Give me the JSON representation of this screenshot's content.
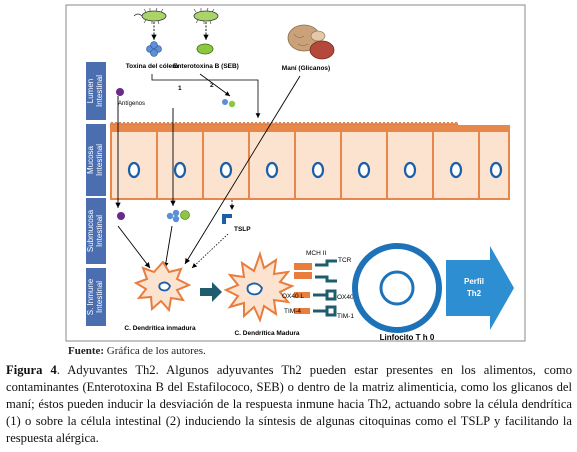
{
  "figure": {
    "layers": [
      {
        "line1": "Lumen",
        "line2": "Intestinal"
      },
      {
        "line1": "Mucosa",
        "line2": "Intestinal"
      },
      {
        "line1": "Submucosa",
        "line2": "Intestinal"
      },
      {
        "line1": "S. Inmune",
        "line2": "Intestinal"
      }
    ],
    "labels": {
      "cholera_toxin": "Toxina del cólera",
      "enterotoxin": "Enterotoxina B (SEB)",
      "peanut": "Maní (Glicanos)",
      "antigens": "Antígenos",
      "route_1": "1",
      "route_2": "2",
      "tslp": "TSLP",
      "immature_dc": "C. Dendrítica inmadura",
      "mature_dc": "C. Dendrítica Madura",
      "lymphocyte": "Linfocito T h 0",
      "mhc": "MCH II",
      "tcr": "TCR",
      "ox40l": "OX40 L",
      "ox40": "OX40",
      "tim4": "TIM-4",
      "tim1": "TIM-1",
      "profile_line1": "Perfil",
      "profile_line2": "Th2"
    },
    "colors": {
      "layer_box": "#4a6eb0",
      "mucosa_cell": "#e8874a",
      "nucleus": "#1b5fa8",
      "cholera_icon": "#5b8fd6",
      "seb_green": "#8dc63f",
      "antigen_purple": "#6a2a8a",
      "dc_orange": "#e87d3e",
      "lymphocyte_blue": "#1e73b8",
      "th2_arrow": "#2d8ed1",
      "teal_arrow": "#1f5c6e"
    }
  },
  "source": {
    "prefix": "Fuente:",
    "text": " Gráfica de los autores."
  },
  "caption": {
    "prefix": "Figura 4",
    "text": ". Adyuvantes Th2. Algunos adyuvantes Th2  pueden estar presentes en los alimentos, como contaminantes (Enterotoxina B del Estafilococo, SEB) o dentro de la matriz alimenticia, como los glicanos del maní; éstos pueden inducir la desviación de la respuesta inmune hacia Th2, actuando sobre la célula dendrítica (1) o sobre la célula intestinal (2) induciendo la síntesis de algunas citoquinas como el TSLP y facilitando la respuesta alérgica."
  }
}
